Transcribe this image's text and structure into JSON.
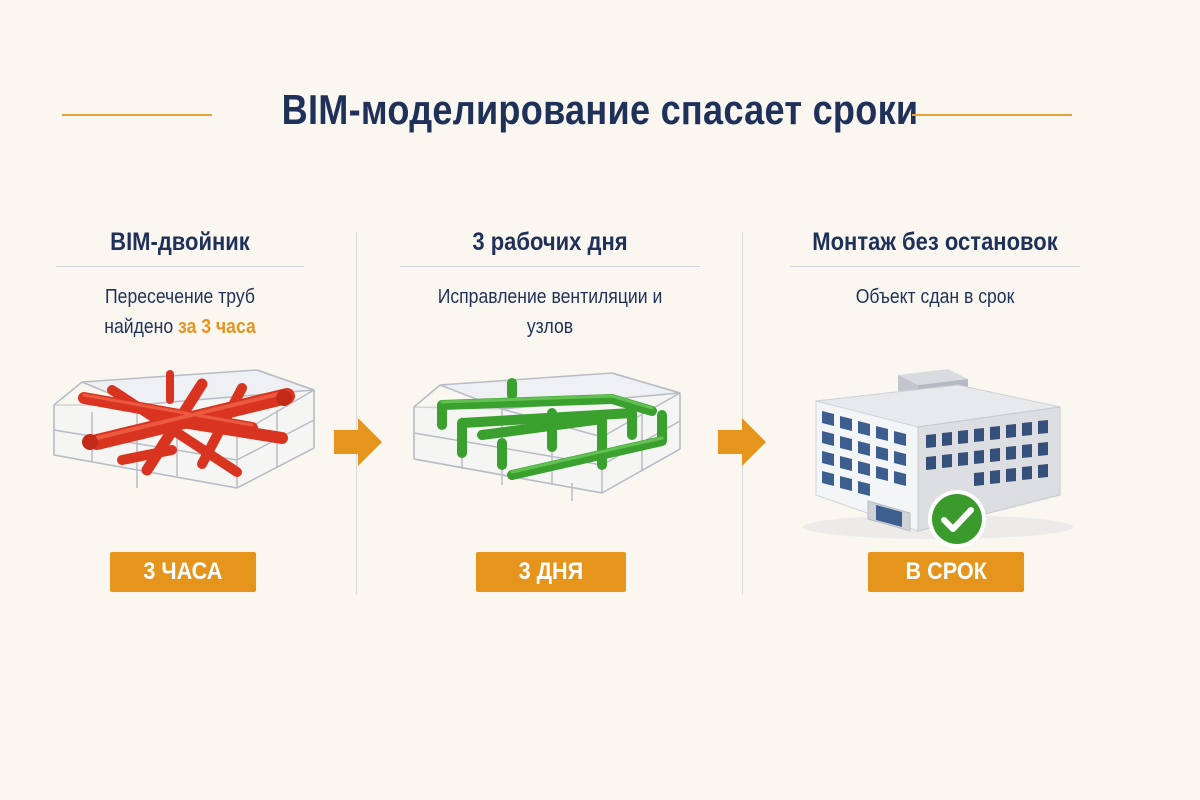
{
  "title": "BIM-моделирование спасает сроки",
  "steps": [
    {
      "heading": "BIM-двойник",
      "line1": "Пересечение труб",
      "line2_prefix": "найдено ",
      "line2_accent": "за 3 часа",
      "badge": "3 ЧАСА",
      "illustration": "clashing-red-pipes-model"
    },
    {
      "heading": "3 рабочих дня",
      "line1": "Исправление вентиляции и узлов",
      "badge": "3 ДНЯ",
      "illustration": "fixed-green-pipes-model"
    },
    {
      "heading": "Монтаж без остановок",
      "line1": "Объект сдан в срок",
      "badge": "В СРОК",
      "illustration": "finished-building-with-check"
    }
  ],
  "colors": {
    "accent": "#e5941c",
    "title": "#1f3158",
    "clash_pipes": "#d8341f",
    "fixed_pipes": "#3aa12e",
    "check": "#3a9a2c"
  }
}
